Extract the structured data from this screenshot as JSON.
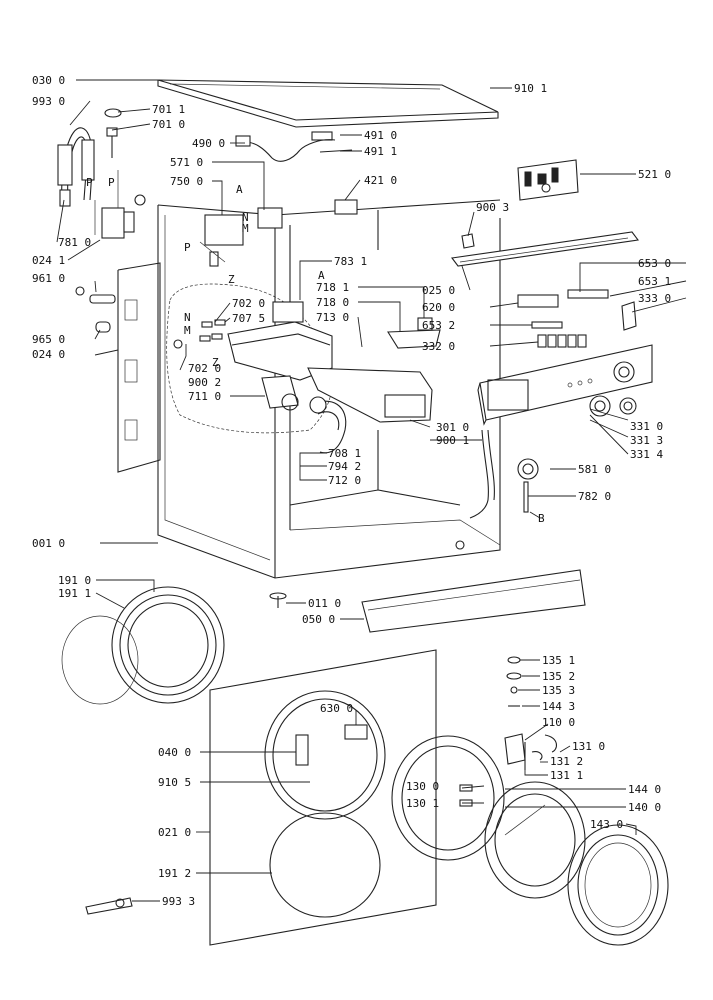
{
  "labels": {
    "l0300": "030 0",
    "l9930": "993 0",
    "l7011": "701 1",
    "l7010": "701 0",
    "l4900": "490 0",
    "l5710": "571 0",
    "l7500": "750 0",
    "l9101": "910 1",
    "l4910": "491 0",
    "l4911": "491 1",
    "l4210": "421 0",
    "l5210": "521 0",
    "l9003": "900 3",
    "l7810": "781 0",
    "l0241": "024 1",
    "l7831": "783 1",
    "l9610": "961 0",
    "l9650": "965 0",
    "l0240": "024 0",
    "l0250": "025 0",
    "l6530": "653 0",
    "l6531": "653 1",
    "l3330": "333 0",
    "l6200": "620 0",
    "l6532": "653 2",
    "l3320": "332 0",
    "l7181": "718 1",
    "l7180": "718 0",
    "l7130": "713 0",
    "l7020a": "702 0",
    "l7075": "707 5",
    "l7020b": "702 0",
    "l9002": "900 2",
    "l7110": "711 0",
    "l3010": "301 0",
    "l9001": "900 1",
    "l3310": "331 0",
    "l3313": "331 3",
    "l3314": "331 4",
    "l7081": "708 1",
    "l7942": "794 2",
    "l7120": "712 0",
    "l5810": "581 0",
    "l7820": "782 0",
    "l0010": "001 0",
    "l1910": "191 0",
    "l1911": "191 1",
    "l0110": "011 0",
    "l0500": "050 0",
    "l1351": "135 1",
    "l1352": "135 2",
    "l1353": "135 3",
    "l1443": "144 3",
    "l1100": "110 0",
    "l1310": "131 0",
    "l1312": "131 2",
    "l1311": "131 1",
    "l6300": "630 0",
    "l0400": "040 0",
    "l9105": "910 5",
    "l1300": "130 0",
    "l1301": "130 1",
    "l1440": "144 0",
    "l1400": "140 0",
    "l1430": "143 0",
    "l0210": "021 0",
    "l1912": "191 2",
    "l9933": "993 3"
  },
  "letters": {
    "a1": "A",
    "a2": "A",
    "n1": "N",
    "m1": "M",
    "n2": "N",
    "m2": "M",
    "p1": "P",
    "p2": "P",
    "p3": "P",
    "z1": "Z",
    "z2": "Z",
    "b1": "B"
  }
}
